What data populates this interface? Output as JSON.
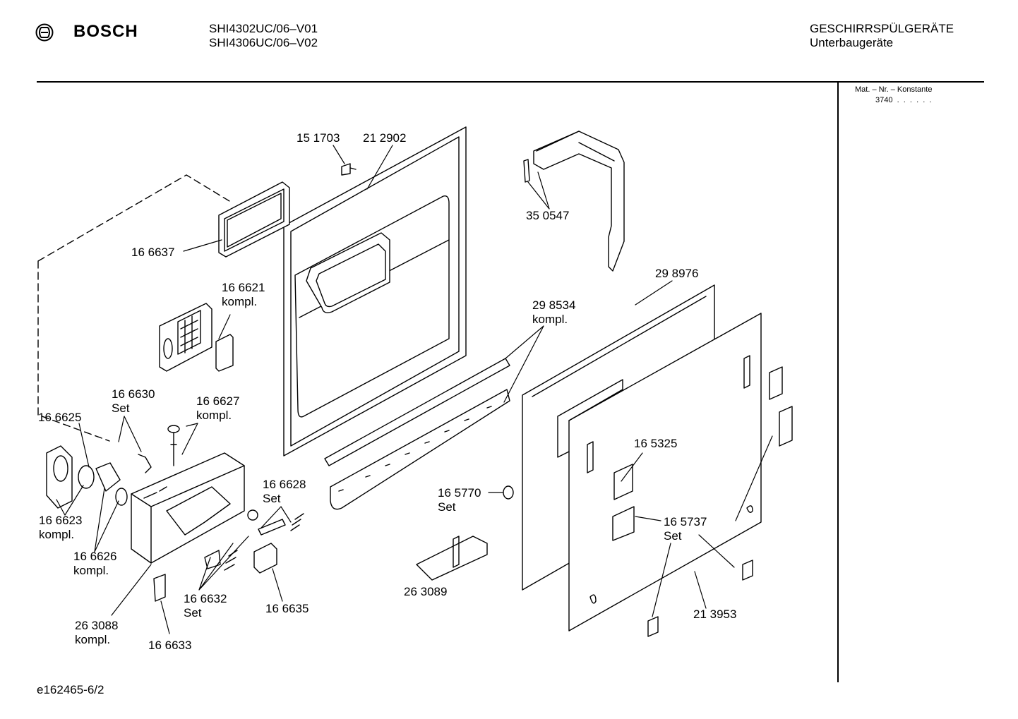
{
  "header": {
    "brand": "BOSCH",
    "model_1": "SHI4302UC/06–V01",
    "model_2": "SHI4306UC/06–V02",
    "category": "GESCHIRRSPÜLGERÄTE",
    "subcategory": "Unterbaugeräte"
  },
  "sidebar": {
    "line_1": "Mat. – Nr. – Konstante",
    "line_2": "3740  .  .  .  .  .  ."
  },
  "footer": {
    "doc_id": "e162465-6/2"
  },
  "parts": [
    {
      "id": "p151703",
      "number": "15 1703",
      "note": ""
    },
    {
      "id": "p212902",
      "number": "21 2902",
      "note": ""
    },
    {
      "id": "p350547",
      "number": "35 0547",
      "note": ""
    },
    {
      "id": "p166637",
      "number": "16 6637",
      "note": ""
    },
    {
      "id": "p166621",
      "number": "16 6621",
      "note": "kompl."
    },
    {
      "id": "p298976",
      "number": "29 8976",
      "note": ""
    },
    {
      "id": "p298534",
      "number": "29 8534",
      "note": "kompl."
    },
    {
      "id": "p166630",
      "number": "16 6630",
      "note": "Set"
    },
    {
      "id": "p166627",
      "number": "16 6627",
      "note": "kompl."
    },
    {
      "id": "p166625",
      "number": "16 6625",
      "note": ""
    },
    {
      "id": "p165325",
      "number": "16 5325",
      "note": ""
    },
    {
      "id": "p166628",
      "number": "16 6628",
      "note": "Set"
    },
    {
      "id": "p165770",
      "number": "16 5770",
      "note": "Set"
    },
    {
      "id": "p166623",
      "number": "16 6623",
      "note": "kompl."
    },
    {
      "id": "p165737",
      "number": "16 5737",
      "note": "Set"
    },
    {
      "id": "p166626",
      "number": "16 6626",
      "note": "kompl."
    },
    {
      "id": "p166632",
      "number": "16 6632",
      "note": "Set"
    },
    {
      "id": "p166635",
      "number": "16 6635",
      "note": ""
    },
    {
      "id": "p263089",
      "number": "26 3089",
      "note": ""
    },
    {
      "id": "p213953",
      "number": "21 3953",
      "note": ""
    },
    {
      "id": "p263088",
      "number": "26 3088",
      "note": "kompl."
    },
    {
      "id": "p166633",
      "number": "16 6633",
      "note": ""
    }
  ]
}
